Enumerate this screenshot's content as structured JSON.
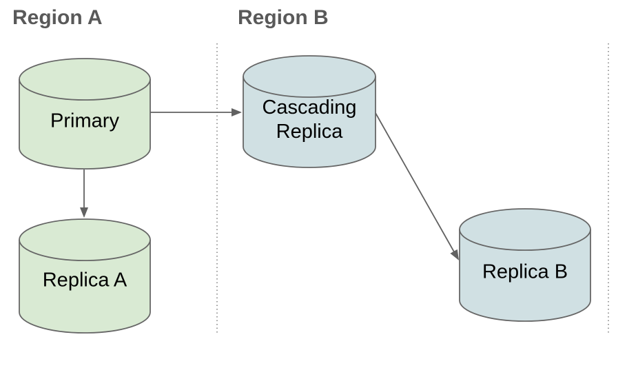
{
  "regions": [
    {
      "label": "Region A"
    },
    {
      "label": "Region B"
    }
  ],
  "nodes": {
    "primary": {
      "label": "Primary",
      "shape": "database-cylinder",
      "fill": "#d9ead3",
      "region": "Region A"
    },
    "replica_a": {
      "label": "Replica A",
      "shape": "database-cylinder",
      "fill": "#d9ead3",
      "region": "Region A"
    },
    "cascading": {
      "label": "Cascading Replica",
      "shape": "database-cylinder",
      "fill": "#d0e0e3",
      "region": "Region B"
    },
    "replica_b": {
      "label": "Replica B",
      "shape": "database-cylinder",
      "fill": "#d0e0e3",
      "region": "Region B"
    }
  },
  "edges": [
    {
      "from": "Primary",
      "to": "Cascading Replica",
      "style": "solid-arrow"
    },
    {
      "from": "Primary",
      "to": "Replica A",
      "style": "solid-arrow"
    },
    {
      "from": "Cascading Replica",
      "to": "Replica B",
      "style": "solid-arrow"
    }
  ],
  "colors": {
    "green_fill": "#d9ead3",
    "blue_fill": "#d0e0e3",
    "shape_stroke": "#666666",
    "arrow": "#616161",
    "divider": "#7c7c7c",
    "region_title_text": "#595959",
    "node_text": "#000000",
    "background": "#ffffff"
  }
}
